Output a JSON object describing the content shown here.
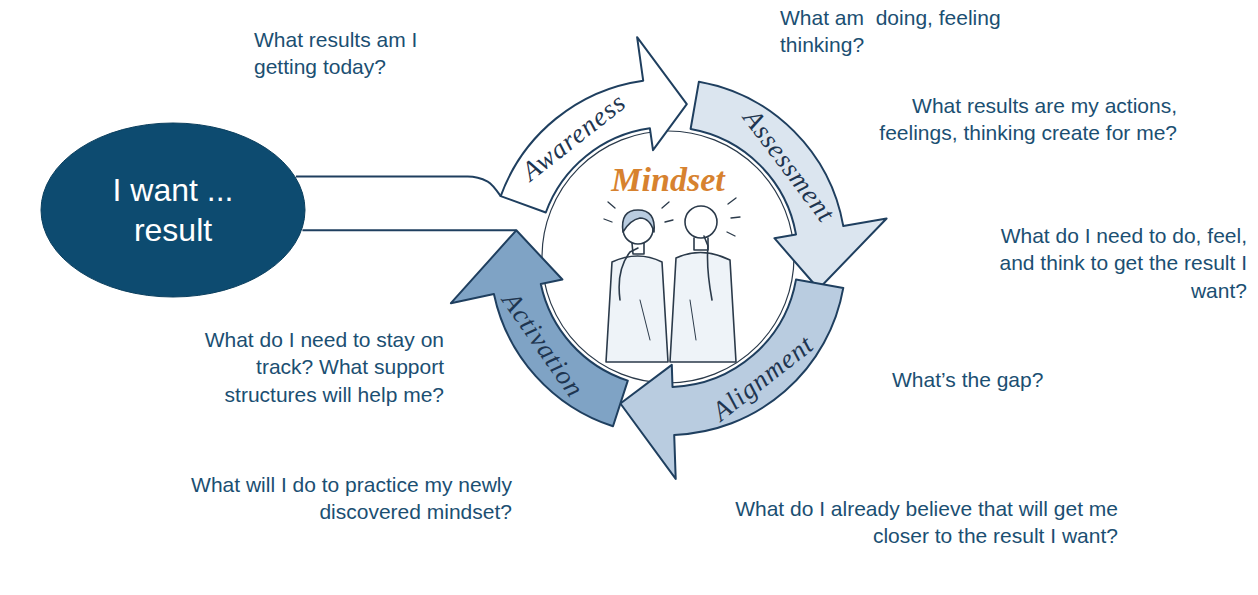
{
  "diagram": {
    "nodes": [
      {
        "text": [
          "I want ... result"
        ]
      },
      {
        "text": [
          "Awareness"
        ]
      },
      {
        "text": [
          "Assessment"
        ]
      },
      {
        "text": [
          "Alignment"
        ]
      },
      {
        "text": [
          "Activation"
        ]
      }
    ],
    "edges": [
      {
        "from": 0,
        "to": 1,
        "arrow": "none"
      },
      {
        "from": 4,
        "to": 0,
        "arrow": "none"
      }
    ],
    "labels": [
      "What results am I getting today?",
      "What am  doing, feeling thinking?",
      "What results are my actions, feelings, thinking create for me?",
      "What do I need to do, feel, and think to get the result I want?",
      "What’s the gap?",
      "What do I already believe that will get me closer to the result I want?",
      "What will I do to practice my newly discovered mindset?",
      "What do I need to stay on track? What support structures will help me?",
      "Mindset"
    ]
  }
}
